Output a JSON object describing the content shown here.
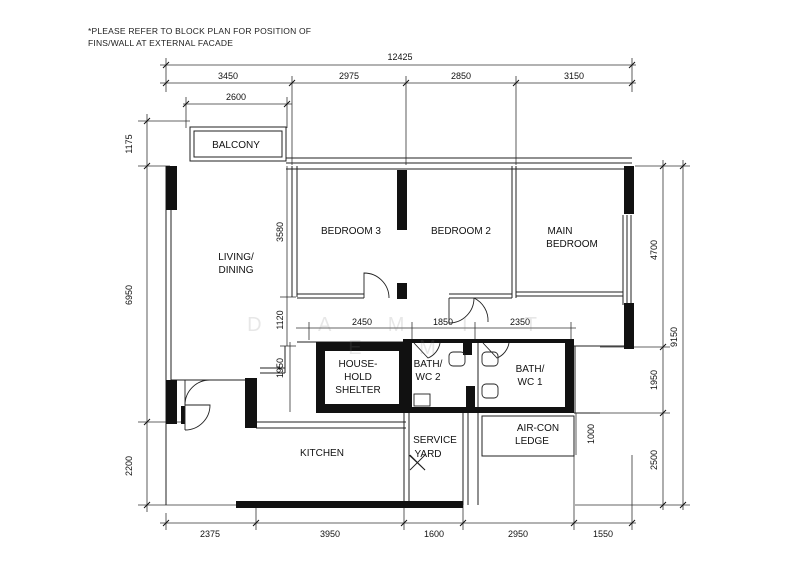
{
  "note": {
    "line1": "*PLEASE REFER TO BLOCK PLAN FOR POSITION OF",
    "line2": "FINS/WALL AT EXTERNAL FACADE"
  },
  "watermark": "D A M I T E M",
  "rooms": {
    "balcony": "BALCONY",
    "living_1": "LIVING/",
    "living_2": "DINING",
    "bedroom3": "BEDROOM 3",
    "bedroom2": "BEDROOM 2",
    "main_1": "MAIN",
    "main_2": "BEDROOM",
    "shelter_1": "HOUSE-",
    "shelter_2": "HOLD",
    "shelter_3": "SHELTER",
    "bath2_1": "BATH/",
    "bath2_2": "WC 2",
    "bath1_1": "BATH/",
    "bath1_2": "WC 1",
    "aircon_1": "AIR-CON",
    "aircon_2": "LEDGE",
    "kitchen": "KITCHEN",
    "service_1": "SERVICE",
    "service_2": "YARD"
  },
  "dims": {
    "total": "12425",
    "top": [
      "3450",
      "2975",
      "2850",
      "3150"
    ],
    "balcony_w": "2600",
    "bottom": [
      "2375",
      "3950",
      "1600",
      "2950",
      "1550"
    ],
    "left": [
      "1175",
      "6950",
      "2200"
    ],
    "right_a": [
      "4700",
      "1950",
      "2500"
    ],
    "right_b": "9150",
    "inner_3580": "3580",
    "inner_1120": "1120",
    "inner_1950": "1950",
    "inner_row": [
      "2450",
      "1850",
      "2350"
    ],
    "inner_1000": "1000"
  },
  "colors": {
    "line": "#111111",
    "wall": "#111111",
    "thin": "#333333"
  }
}
